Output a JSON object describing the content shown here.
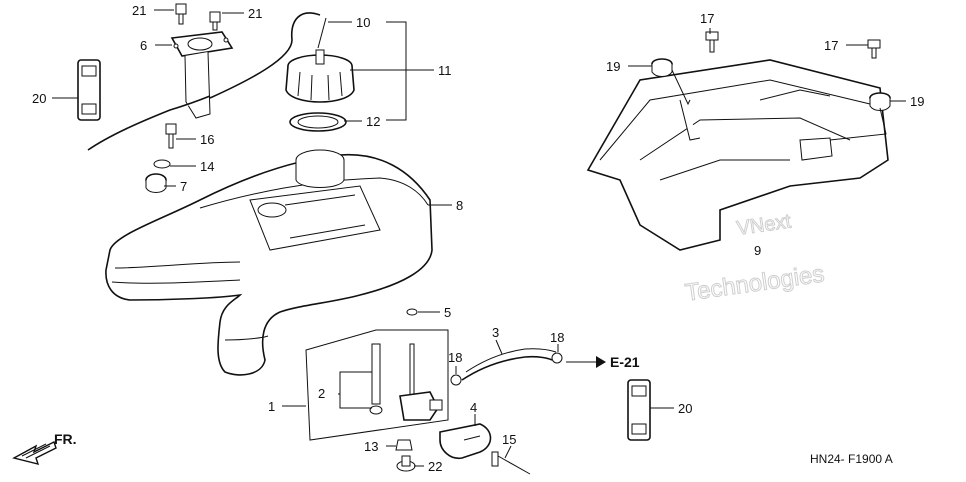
{
  "callouts": [
    {
      "id": "c21a",
      "text": "21"
    },
    {
      "id": "c21b",
      "text": "21"
    },
    {
      "id": "c10",
      "text": "10"
    },
    {
      "id": "c6",
      "text": "6"
    },
    {
      "id": "c11",
      "text": "11"
    },
    {
      "id": "c20a",
      "text": "20"
    },
    {
      "id": "c12",
      "text": "12"
    },
    {
      "id": "c16",
      "text": "16"
    },
    {
      "id": "c14",
      "text": "14"
    },
    {
      "id": "c7",
      "text": "7"
    },
    {
      "id": "c8",
      "text": "8"
    },
    {
      "id": "c5",
      "text": "5"
    },
    {
      "id": "c3",
      "text": "3"
    },
    {
      "id": "c18a",
      "text": "18"
    },
    {
      "id": "c18b",
      "text": "18"
    },
    {
      "id": "c2",
      "text": "2"
    },
    {
      "id": "c1",
      "text": "1"
    },
    {
      "id": "c4",
      "text": "4"
    },
    {
      "id": "c15",
      "text": "15"
    },
    {
      "id": "c13",
      "text": "13"
    },
    {
      "id": "c22",
      "text": "22"
    },
    {
      "id": "c17a",
      "text": "17"
    },
    {
      "id": "c17b",
      "text": "17"
    },
    {
      "id": "c19a",
      "text": "19"
    },
    {
      "id": "c19b",
      "text": "19"
    },
    {
      "id": "c9",
      "text": "9"
    },
    {
      "id": "c20b",
      "text": "20"
    }
  ],
  "reference_label": "E-21",
  "direction_label": "FR.",
  "diagram_code": "HN24- F1900 A",
  "watermark_lines": [
    "VNext",
    "Technologies"
  ],
  "colors": {
    "line": "#111111",
    "watermark": "#cfcfcf"
  }
}
